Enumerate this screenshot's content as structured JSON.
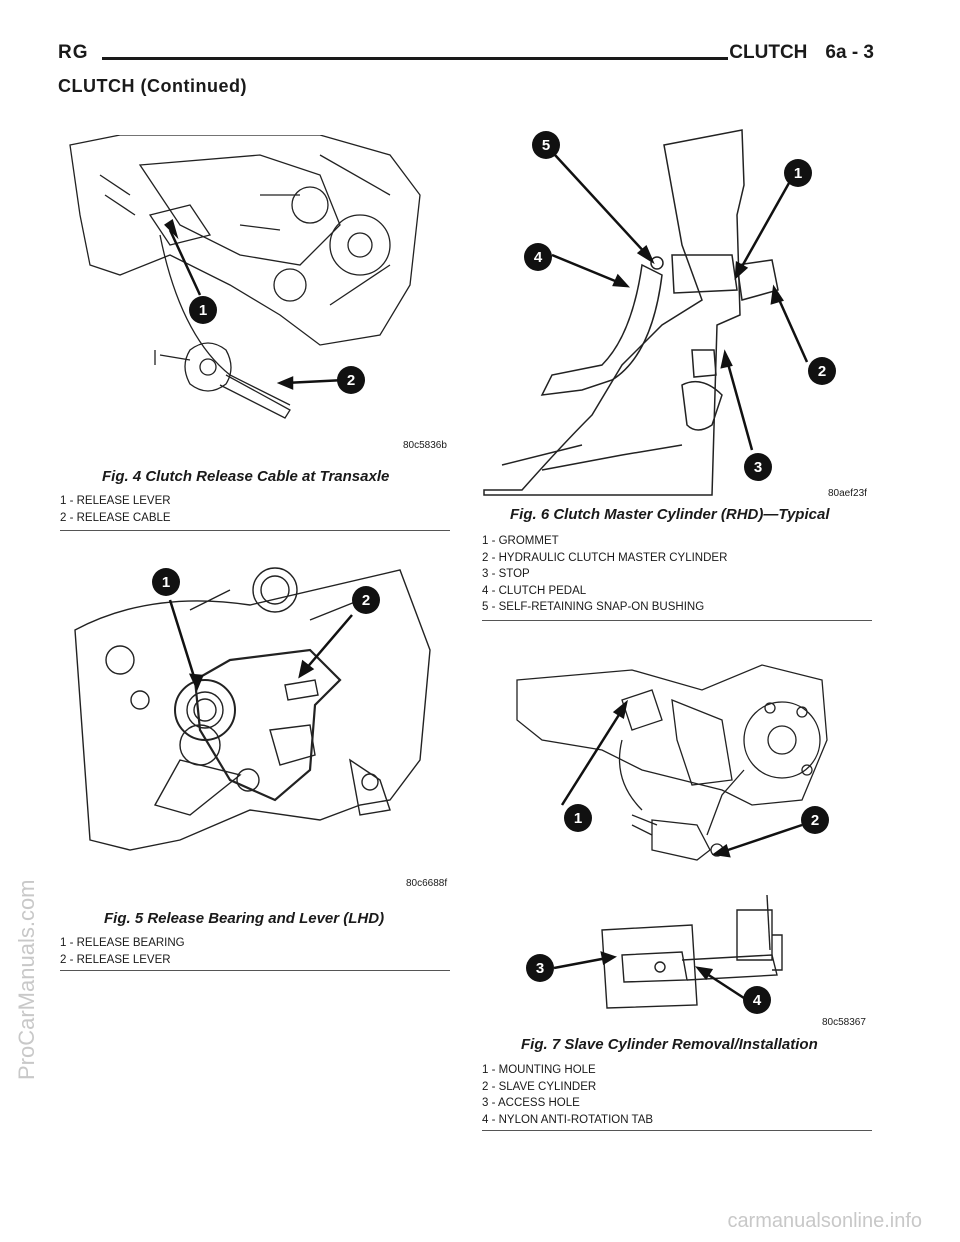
{
  "header": {
    "left": "RG",
    "section": "CLUTCH",
    "page": "6a - 3"
  },
  "subheader": "CLUTCH (Continued)",
  "fig4": {
    "code": "80c5836b",
    "caption": "Fig. 4 Clutch Release Cable at Transaxle",
    "callouts": [
      "1",
      "2"
    ],
    "legend": [
      "1 - RELEASE LEVER",
      "2 - RELEASE CABLE"
    ]
  },
  "fig5": {
    "code": "80c6688f",
    "caption": "Fig. 5 Release Bearing and Lever (LHD)",
    "callouts": [
      "1",
      "2"
    ],
    "legend": [
      "1 - RELEASE BEARING",
      "2 - RELEASE LEVER"
    ]
  },
  "fig6": {
    "code": "80aef23f",
    "caption": "Fig. 6 Clutch Master Cylinder (RHD)—Typical",
    "callouts": [
      "5",
      "1",
      "4",
      "2",
      "3"
    ],
    "legend": [
      "1 - GROMMET",
      "2 - HYDRAULIC CLUTCH MASTER CYLINDER",
      "3 - STOP",
      "4 - CLUTCH PEDAL",
      "5 - SELF-RETAINING SNAP-ON BUSHING"
    ]
  },
  "fig7": {
    "code": "80c58367",
    "caption": "Fig. 7 Slave Cylinder Removal/Installation",
    "callouts": [
      "1",
      "2",
      "3",
      "4"
    ],
    "legend": [
      "1 - MOUNTING HOLE",
      "2 - SLAVE CYLINDER",
      "3 - ACCESS HOLE",
      "4 - NYLON ANTI-ROTATION TAB"
    ]
  },
  "watermarks": {
    "side": "ProCarManuals.com",
    "bottom": "carmanualsonline.info"
  }
}
